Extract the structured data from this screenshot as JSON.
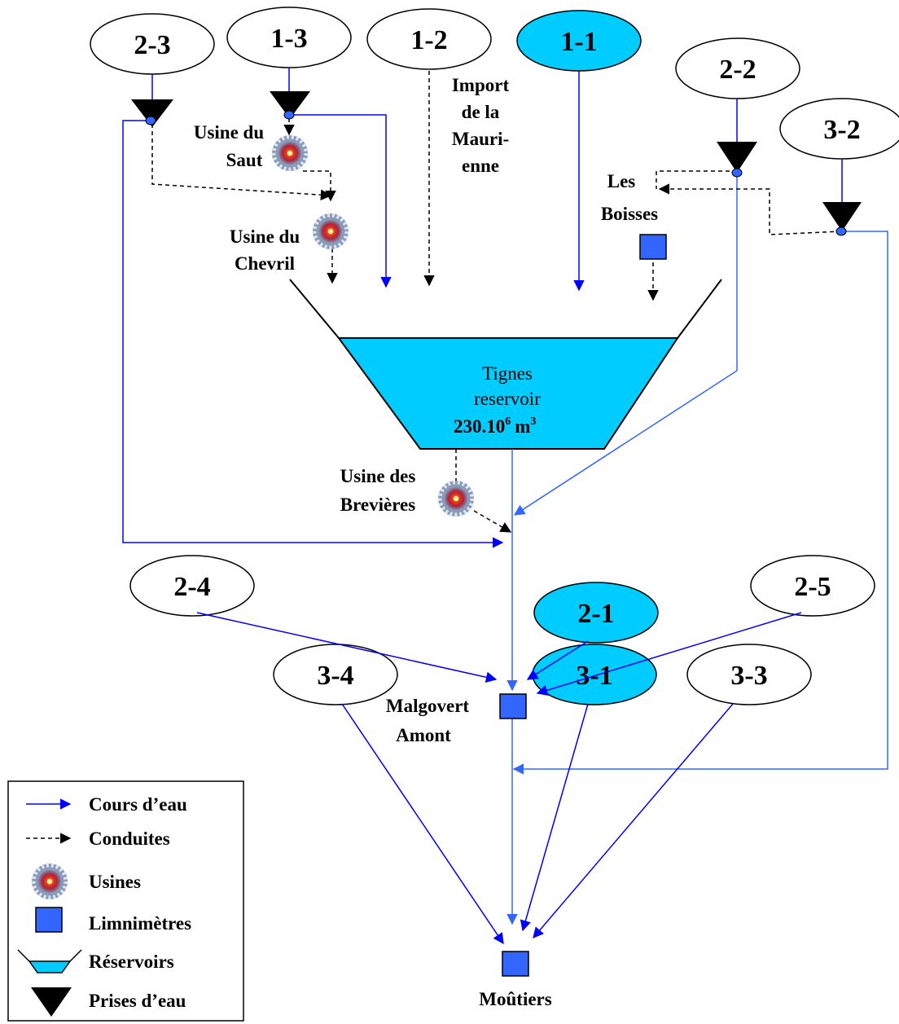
{
  "nodes": {
    "n2_3": "2-3",
    "n1_3": "1-3",
    "n1_2": "1-2",
    "n1_1": "1-1",
    "n2_2": "2-2",
    "n3_2": "3-2",
    "n2_4": "2-4",
    "n2_1": "2-1",
    "n2_5": "2-5",
    "n3_4": "3-4",
    "n3_1": "3-1",
    "n3_3": "3-3"
  },
  "labels": {
    "import_1": "Import",
    "import_2": "de la",
    "import_3": "Mauri-",
    "import_4": "enne",
    "saut_1": "Usine du",
    "saut_2": "Saut",
    "chevril_1": "Usine du",
    "chevril_2": "Chevril",
    "boisses_1": "Les",
    "boisses_2": "Boisses",
    "brevieres_1": "Usine des",
    "brevieres_2": "Brevières",
    "malgovert_1": "Malgovert",
    "malgovert_2": "Amont",
    "moutiers": "Moûtiers"
  },
  "reservoir": {
    "name_1": "Tignes",
    "name_2": "reservoir",
    "capacity_base": "230.10",
    "capacity_exp": "6",
    "capacity_unit": "m",
    "capacity_unit_exp": "3"
  },
  "legend": {
    "cours": "Cours d’eau",
    "conduites": "Conduites",
    "usines": "Usines",
    "limnimetres": "Limnimètres",
    "reservoirs": "Réservoirs",
    "prises": "Prises d’eau"
  },
  "colors": {
    "river": "#0000ff",
    "river_light": "#3366ff",
    "highlight": "#00ccff",
    "gauge": "#3366ff",
    "reservoir_fill": "#00ccff"
  }
}
